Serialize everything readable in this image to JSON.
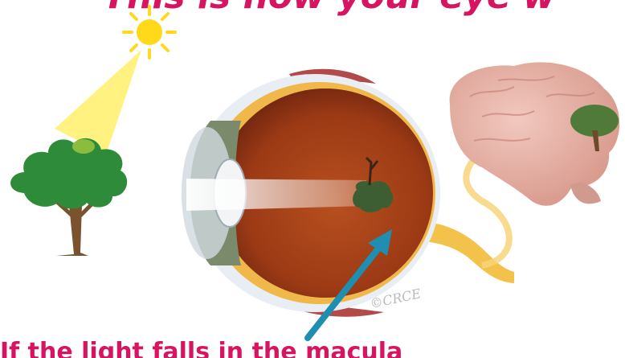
{
  "title": {
    "text": "This is how your eye w",
    "color": "#d6145f"
  },
  "bottom_caption": {
    "text": "If the light falls in the macula",
    "color": "#d6145f"
  },
  "watermark": {
    "text": "©CRCE"
  },
  "colors": {
    "sun": "#ffd91a",
    "light_beam": "#fff06a",
    "tree_foliage": "#2e8b3a",
    "tree_trunk": "#7a5230",
    "eye_interior": "#9c3a15",
    "eye_sclera": "#e9eef5",
    "optic_nerve": "#f3c24a",
    "brain": "#e8b1a8",
    "arrow": "#1e8fb0"
  },
  "icons": [
    "sun-icon",
    "tree-icon",
    "eye-illustration",
    "brain-illustration",
    "pointer-arrow-icon"
  ]
}
